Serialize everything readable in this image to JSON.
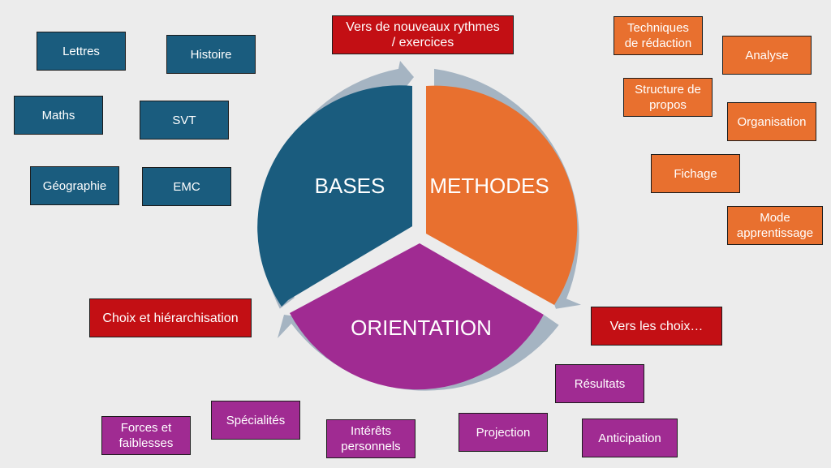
{
  "cycle": {
    "segments": [
      {
        "label": "BASES",
        "color": "#1a5c7e"
      },
      {
        "label": "METHODES",
        "color": "#e8702f"
      },
      {
        "label": "ORIENTATION",
        "color": "#a02b92"
      }
    ],
    "arrow_color": "#a5b4c2"
  },
  "bases_topics": [
    "Lettres",
    "Histoire",
    "Maths",
    "SVT",
    "Géographie",
    "EMC"
  ],
  "methodes_topics": [
    "Techniques\nde rédaction",
    "Analyse",
    "Structure de\npropos",
    "Organisation",
    "Fichage",
    "Mode\napprentissage"
  ],
  "orientation_topics": [
    "Forces et\nfaiblesses",
    "Spécialités",
    "Intérêts\npersonnels",
    "Projection",
    "Résultats",
    "Anticipation"
  ],
  "transitions": {
    "to_methodes": "Vers de nouveaux rythmes\n/ exercices",
    "to_orientation": "Vers les choix…",
    "to_bases": "Choix et hiérarchisation"
  },
  "colors": {
    "background": "#ececec",
    "blue": "#1a5c7e",
    "orange": "#e8702f",
    "purple": "#a02b92",
    "red": "#c30f14"
  }
}
